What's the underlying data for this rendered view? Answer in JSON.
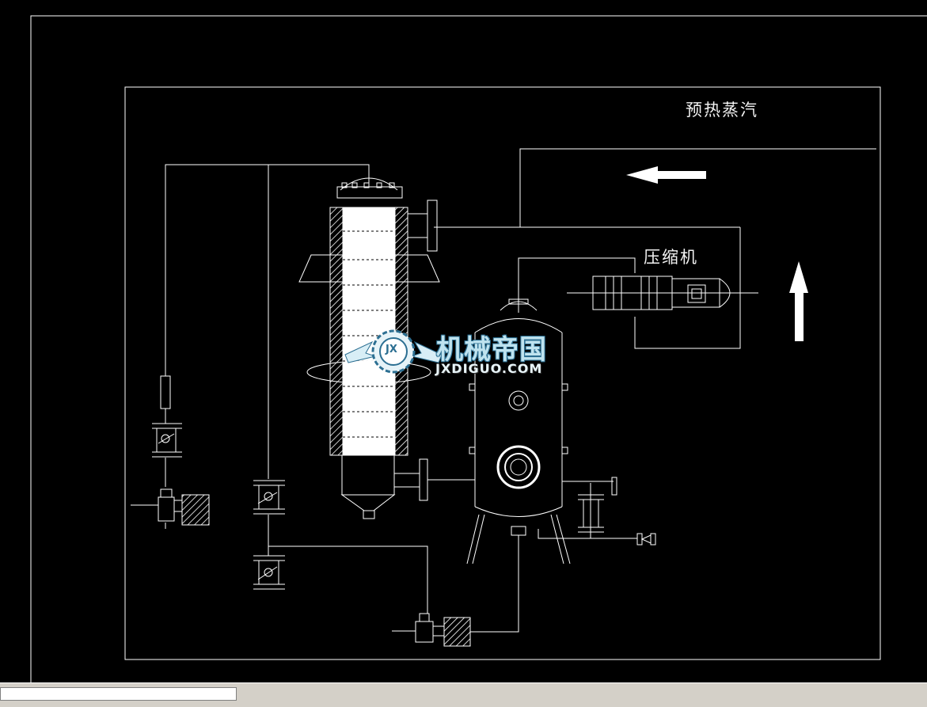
{
  "labels": {
    "preheat_steam": "预热蒸汽",
    "compressor": "压缩机"
  },
  "watermark": {
    "cn": "机械帝国",
    "en": "JXDIGUO.COM",
    "badge": "JX"
  },
  "statusbar": {
    "command_text": ""
  },
  "colors": {
    "background": "#000000",
    "lines": "#ffffff",
    "watermark": "#bfe3ef",
    "statusbar": "#d4d0c8"
  }
}
